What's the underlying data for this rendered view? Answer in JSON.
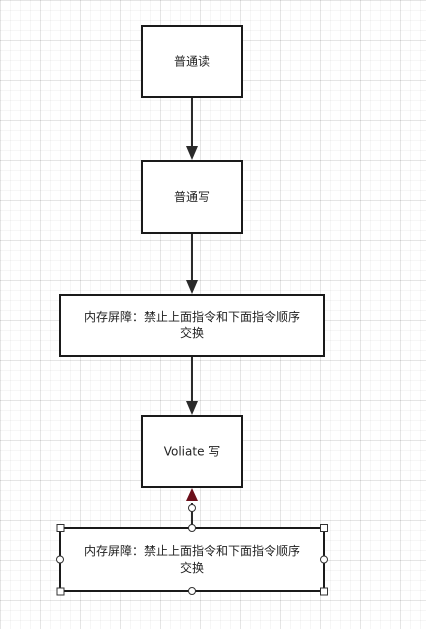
{
  "nodes": {
    "read": {
      "label": "普通读"
    },
    "write": {
      "label": "普通写"
    },
    "barrier1": {
      "line1": "内存屏障：禁止上面指令和下面指令顺序",
      "line2": "交换"
    },
    "volatile_write": {
      "label": "Voliate 写"
    },
    "barrier2": {
      "line1": "内存屏障：禁止上面指令和下面指令顺序",
      "line2": "交换"
    }
  },
  "colors": {
    "stroke": "#1a1a1a",
    "edge": "#2a2a2a",
    "selected_arrow": "#6b0f1a"
  }
}
